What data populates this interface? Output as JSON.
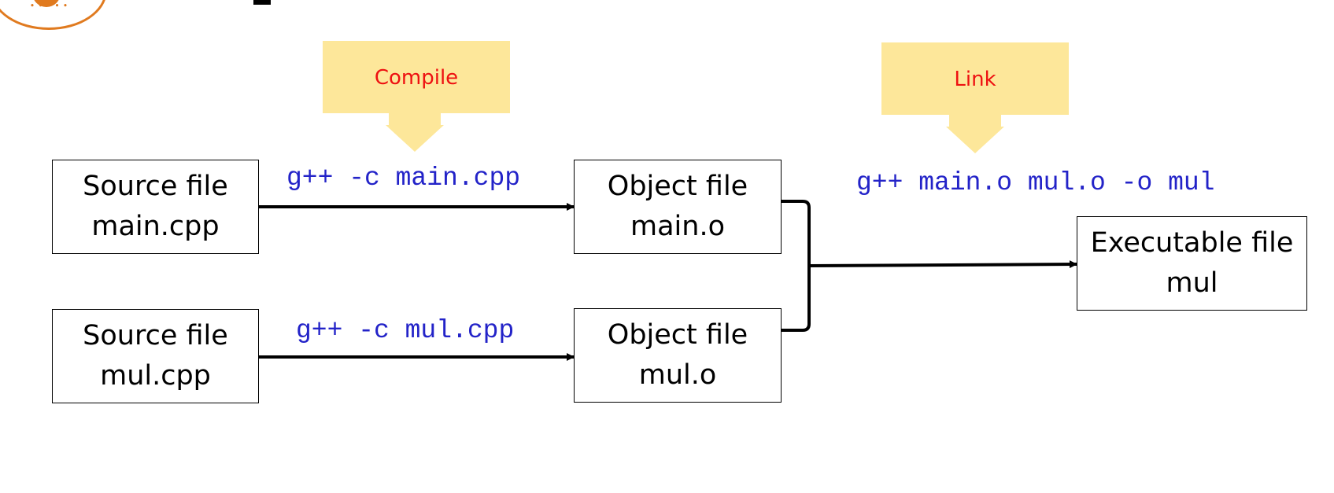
{
  "colors": {
    "callout_fill": "#fde79a",
    "command_text": "#2323c8",
    "callout_text": "#ee1111",
    "logo": "#e07a1f"
  },
  "logo": {
    "icon": "university-seal-icon"
  },
  "callouts": {
    "compile": {
      "label": "Compile"
    },
    "link": {
      "label": "Link"
    }
  },
  "boxes": {
    "source_main": {
      "line1": "Source file",
      "line2": "main.cpp"
    },
    "source_mul": {
      "line1": "Source file",
      "line2": "mul.cpp"
    },
    "object_main": {
      "line1": "Object file",
      "line2": "main.o"
    },
    "object_mul": {
      "line1": "Object file",
      "line2": "mul.o"
    },
    "executable": {
      "line1": "Executable file",
      "line2": "mul"
    }
  },
  "commands": {
    "compile_main": "g++ -c main.cpp",
    "compile_mul": "g++ -c mul.cpp",
    "link": "g++ main.o mul.o -o mul"
  }
}
